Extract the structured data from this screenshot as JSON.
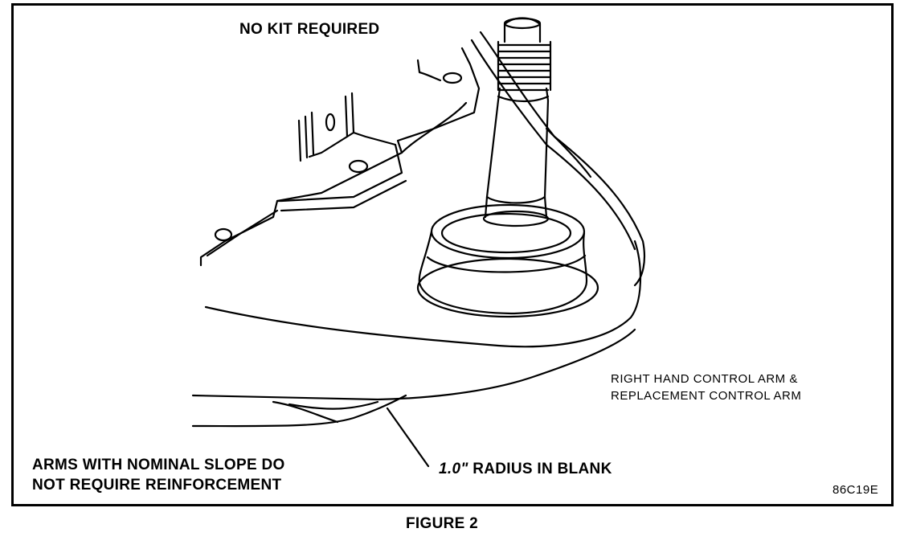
{
  "figure": {
    "top_label": "NO KIT REQUIRED",
    "right_label_line1": "RIGHT HAND CONTROL ARM &",
    "right_label_line2": "REPLACEMENT CONTROL ARM",
    "bottom_left_line1": "ARMS WITH NOMINAL SLOPE DO",
    "bottom_left_line2": "NOT REQUIRE REINFORCEMENT",
    "radius_value": "1.0\"",
    "radius_text": "RADIUS IN BLANK",
    "code": "86C19E",
    "caption": "FIGURE 2"
  }
}
